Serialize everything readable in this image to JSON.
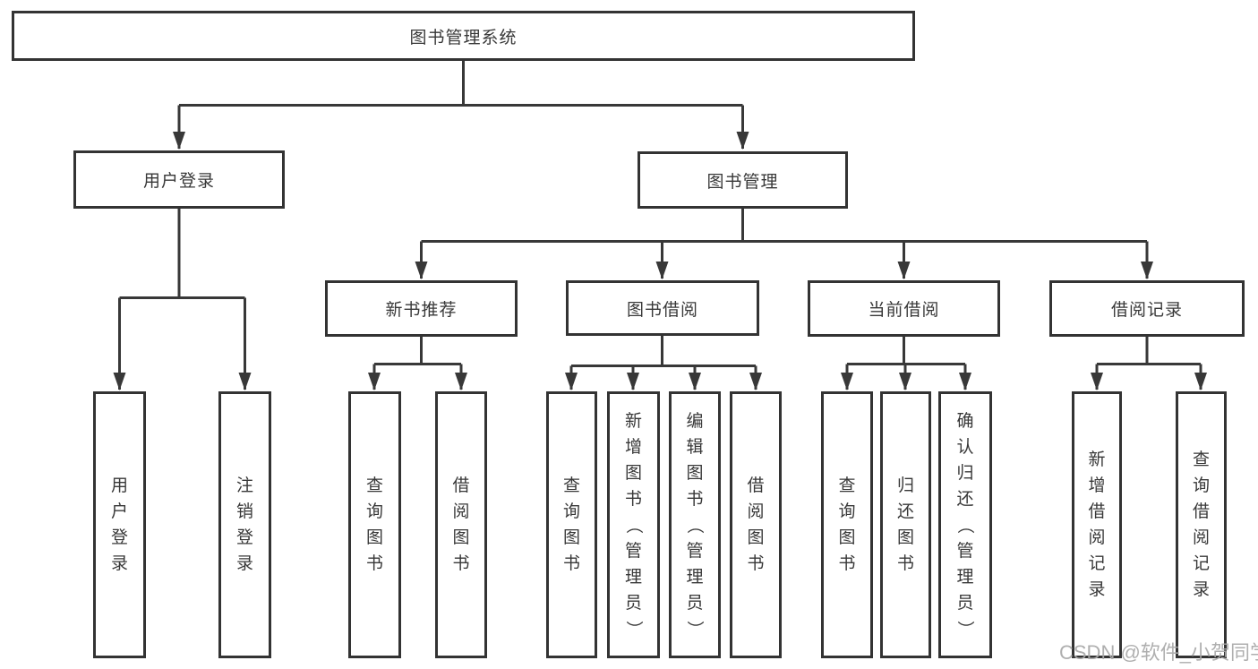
{
  "diagram": {
    "title_node": {
      "label": "图书管理系统"
    },
    "level2": [
      {
        "id": "user-login",
        "label": "用户登录"
      },
      {
        "id": "book-management",
        "label": "图书管理"
      }
    ],
    "level3": [
      {
        "id": "new-book-recommend",
        "label": "新书推荐"
      },
      {
        "id": "book-borrow",
        "label": "图书借阅"
      },
      {
        "id": "current-borrow",
        "label": "当前借阅"
      },
      {
        "id": "borrow-records",
        "label": "借阅记录"
      }
    ],
    "leaves": [
      {
        "id": "user-login",
        "label": "用户登录"
      },
      {
        "id": "logout",
        "label": "注销登录"
      },
      {
        "id": "query-books-recommend",
        "label": "查询图书"
      },
      {
        "id": "borrow-books-recommend",
        "label": "借阅图书"
      },
      {
        "id": "query-books-borrow",
        "label": "查询图书"
      },
      {
        "id": "add-book-admin",
        "label": "新增图书（管理员）"
      },
      {
        "id": "edit-book-admin",
        "label": "编辑图书（管理员）"
      },
      {
        "id": "borrow-books-borrow",
        "label": "借阅图书"
      },
      {
        "id": "query-books-current",
        "label": "查询图书"
      },
      {
        "id": "return-book",
        "label": "归还图书"
      },
      {
        "id": "confirm-return-admin",
        "label": "确认归还（管理员）"
      },
      {
        "id": "add-borrow-record",
        "label": "新增借阅记录"
      },
      {
        "id": "query-borrow-record",
        "label": "查询借阅记录"
      }
    ]
  },
  "watermark": "CSDN @软件_小贺同学",
  "colors": {
    "line": "#383838",
    "box_border": "#333333",
    "text": "#383838",
    "watermark": "#a8a8a8",
    "background": "#ffffff"
  }
}
